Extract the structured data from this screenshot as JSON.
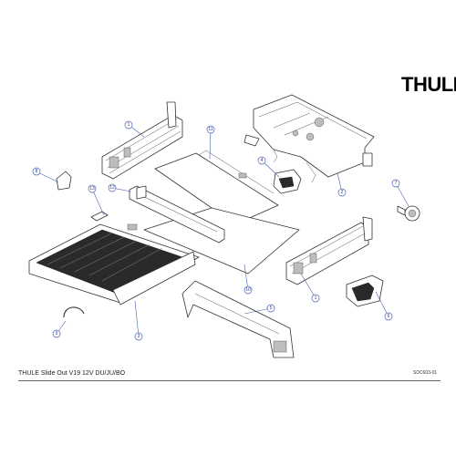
{
  "brand": {
    "logo_text": "THULE"
  },
  "caption": "THULE Slide Out V19 12V DU/JU/BO",
  "doc_code": "SDC603-01",
  "callouts": [
    "1",
    "2",
    "3",
    "4",
    "5",
    "6",
    "7",
    "8",
    "9",
    "10",
    "11",
    "12",
    "13"
  ],
  "colors": {
    "callout_stroke": "#4a63b0",
    "callout_text": "#2c3d8a",
    "line": "#333333",
    "step_tread": "#2a2a2a"
  }
}
